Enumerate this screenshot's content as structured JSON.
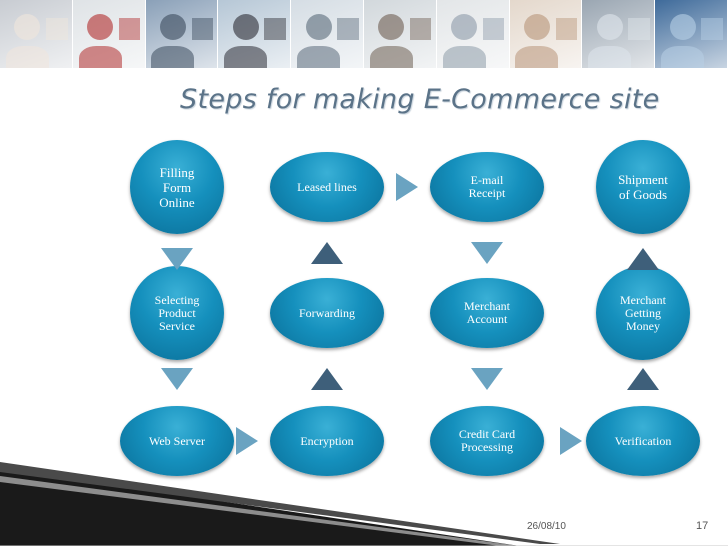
{
  "slide": {
    "title": "Steps for making E-Commerce site",
    "date": "26/08/10",
    "page_number": "17"
  },
  "photos": [
    {
      "bg": "#c8ccd2",
      "fg": "#f0e6dc"
    },
    {
      "bg": "#dfe3e6",
      "fg": "#b02b2b"
    },
    {
      "bg": "#8aa0b8",
      "fg": "#3a4a5c"
    },
    {
      "bg": "#b6c7d6",
      "fg": "#2c2c34"
    },
    {
      "bg": "#d5dde4",
      "fg": "#5a6a7a"
    },
    {
      "bg": "#d2d8dc",
      "fg": "#6e5e52"
    },
    {
      "bg": "#e3e6e8",
      "fg": "#8c9aa8"
    },
    {
      "bg": "#e4d8cc",
      "fg": "#b89478"
    },
    {
      "bg": "#9aa6b2",
      "fg": "#dfe6ec"
    },
    {
      "bg": "#3e6a9a",
      "fg": "#b8d0e6"
    }
  ],
  "diagram": {
    "nodes": {
      "filling_form": "Filling\nForm\nOnline",
      "leased_lines": "Leased lines",
      "email_receipt": "E-mail\nReceipt",
      "shipment": "Shipment\nof Goods",
      "selecting_product": "Selecting\nProduct\nService",
      "forwarding": "Forwarding",
      "merchant_account": "Merchant\nAccount",
      "merchant_getting_money": "Merchant\nGetting\nMoney",
      "web_server": "Web Server",
      "encryption": "Encryption",
      "credit_card": "Credit Card\nProcessing",
      "verification": "Verification"
    }
  },
  "colors": {
    "node_fill": "#1590bd",
    "arrow_light": "#6aa3c1",
    "arrow_dark": "#3e5f7a",
    "title": "#5b7388"
  }
}
